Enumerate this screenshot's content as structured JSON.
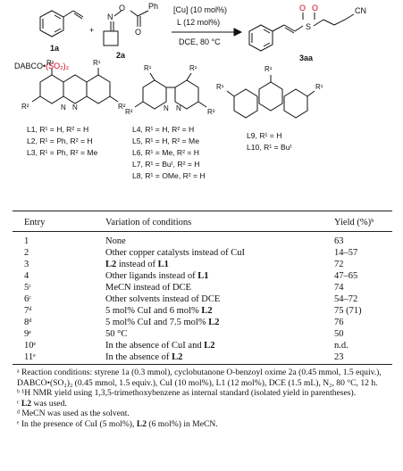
{
  "scheme": {
    "reagent_catalyst": "[Cu] (10 mol%)",
    "reagent_ligand": "L (12 mol%)",
    "conditions": "DCE, 80 °C",
    "label_1a": "1a",
    "label_2a": "2a",
    "label_3aa": "3aa",
    "dabco_prefix": "DABCO•",
    "dabco_so2": "(SO₂)₂",
    "ph": "Ph",
    "cn": "CN",
    "o": "O",
    "n": "N",
    "s": "S",
    "r1": "R¹",
    "r2": "R²",
    "ligand_labels": {
      "l1": "L1, R¹ = H, R² = H",
      "l2": "L2, R¹ = Ph, R² = H",
      "l3": "L3, R¹ = Ph, R² = Me",
      "l4": "L4, R¹ = H, R² = H",
      "l5": "L5, R¹ = H, R² = Me",
      "l6": "L6, R¹ = Me, R² = H",
      "l7": "L7, R¹ = Buᵗ, R² = H",
      "l8": "L8, R¹ = OMe, R² = H",
      "l9": "L9, R¹ = H",
      "l10": "L10, R¹ = Buᵗ"
    }
  },
  "table": {
    "headers": {
      "entry": "Entry",
      "variation": "Variation of conditions",
      "yield": "Yield (%)ᵇ"
    },
    "rows": [
      {
        "entry": "1",
        "variation": "None",
        "yield": "63"
      },
      {
        "entry": "2",
        "variation": "Other copper catalysts instead of CuI",
        "yield": "14–57"
      },
      {
        "entry": "3",
        "variation_bold": "L2",
        "variation_rest": " instead of ",
        "variation_bold2": "L1",
        "yield": "72"
      },
      {
        "entry": "4",
        "variation": "Other ligands instead of ",
        "variation_bold": "L1",
        "yield": "47–65"
      },
      {
        "entry": "5ᶜ",
        "variation": "MeCN instead of DCE",
        "yield": "74"
      },
      {
        "entry": "6ᶜ",
        "variation": "Other solvents instead of DCE",
        "yield": "54–72"
      },
      {
        "entry": "7ᵈ",
        "variation": "5 mol% CuI and 6 mol% ",
        "variation_bold": "L2",
        "yield": "75 (71)"
      },
      {
        "entry": "8ᵈ",
        "variation": "5 mol% CuI and 7.5 mol% ",
        "variation_bold": "L2",
        "yield": "76"
      },
      {
        "entry": "9ᵉ",
        "variation": "50 °C",
        "yield": "50"
      },
      {
        "entry": "10ᵉ",
        "variation": "In the absence of CuI and ",
        "variation_bold": "L2",
        "yield": "n.d."
      },
      {
        "entry": "11ᵉ",
        "variation": "In the absence of ",
        "variation_bold": "L2",
        "yield": "23"
      }
    ]
  },
  "footnotes": {
    "a": "ᵃ Reaction conditions: styrene 1a (0.3 mmol), cyclobutanone O-benzoyl oxime 2a (0.45 mmol, 1.5 equiv.), DABCO•(SO₂)₂ (0.45 mmol, 1.5 equiv.), CuI (10 mol%), L1 (12 mol%), DCE (1.5 mL), N₂, 80 °C, 12 h.",
    "b": "ᵇ ¹H NMR yield using 1,3,5-trimethoxybenzene as internal standard (isolated yield in parentheses).",
    "c_pre": "ᶜ ",
    "c_bold": "L2",
    "c_post": " was used.",
    "d": "ᵈ MeCN was used as the solvent.",
    "e_pre": "ᵉ In the presence of CuI (5 mol%), ",
    "e_bold": "L2",
    "e_post": " (6 mol%) in MeCN."
  },
  "colors": {
    "so2_red": "#d0021b",
    "text": "#111111"
  }
}
